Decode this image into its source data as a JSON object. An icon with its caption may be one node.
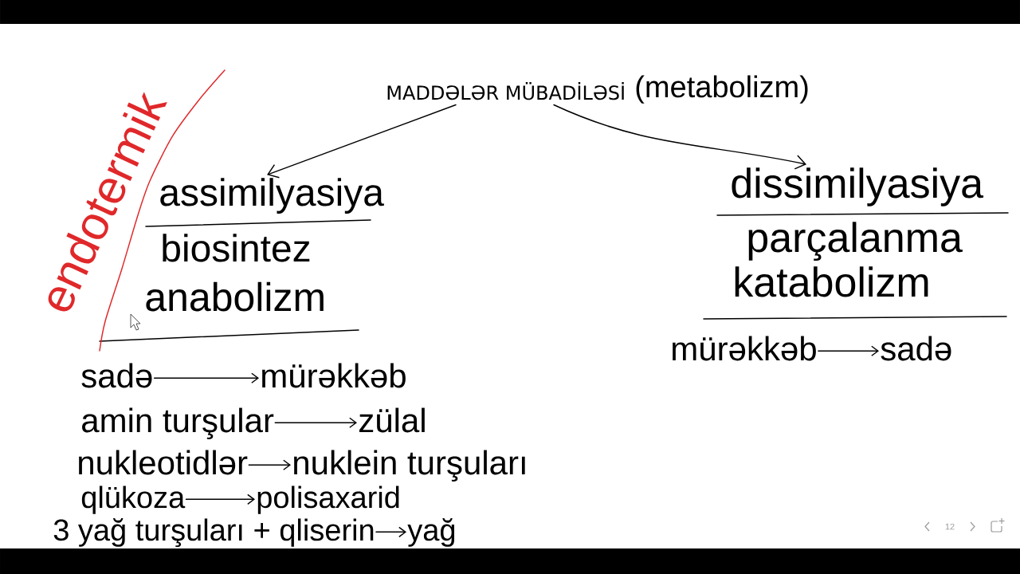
{
  "diagram": {
    "nodes": [
      {
        "text": [
          "MADDƏLƏR MÜBADİLƏSİ",
          "(metabolizm)"
        ]
      },
      {
        "text": [
          "assimilyasiya",
          "biosintez",
          "anabolizm"
        ]
      },
      {
        "text": [
          "dissimilyasiya",
          "parçalanma",
          "katabolizm"
        ]
      },
      {
        "text": [
          "sadə"
        ]
      },
      {
        "text": [
          "mürəkkəb"
        ]
      },
      {
        "text": [
          "amin turşular"
        ]
      },
      {
        "text": [
          "zülal"
        ]
      },
      {
        "text": [
          "nukleotidlər"
        ]
      },
      {
        "text": [
          "nuklein turşuları"
        ]
      },
      {
        "text": [
          "qlükoza"
        ]
      },
      {
        "text": [
          "polisaxarid"
        ]
      },
      {
        "text": [
          "3 yağ turşuları + qliserin"
        ]
      },
      {
        "text": [
          "yağ"
        ]
      },
      {
        "text": [
          "mürəkkəb"
        ]
      },
      {
        "text": [
          "sadə"
        ]
      }
    ],
    "edges": [
      {
        "from": 0,
        "to": 1,
        "arrow": "to"
      },
      {
        "from": 0,
        "to": 2,
        "arrow": "to"
      },
      {
        "from": 3,
        "to": 4,
        "arrow": "to"
      },
      {
        "from": 5,
        "to": 6,
        "arrow": "to"
      },
      {
        "from": 7,
        "to": 8,
        "arrow": "to"
      },
      {
        "from": 9,
        "to": 10,
        "arrow": "to"
      },
      {
        "from": 11,
        "to": 12,
        "arrow": "to"
      },
      {
        "from": 13,
        "to": 14,
        "arrow": "to"
      }
    ],
    "labels": [
      "endotermik",
      "12"
    ]
  }
}
